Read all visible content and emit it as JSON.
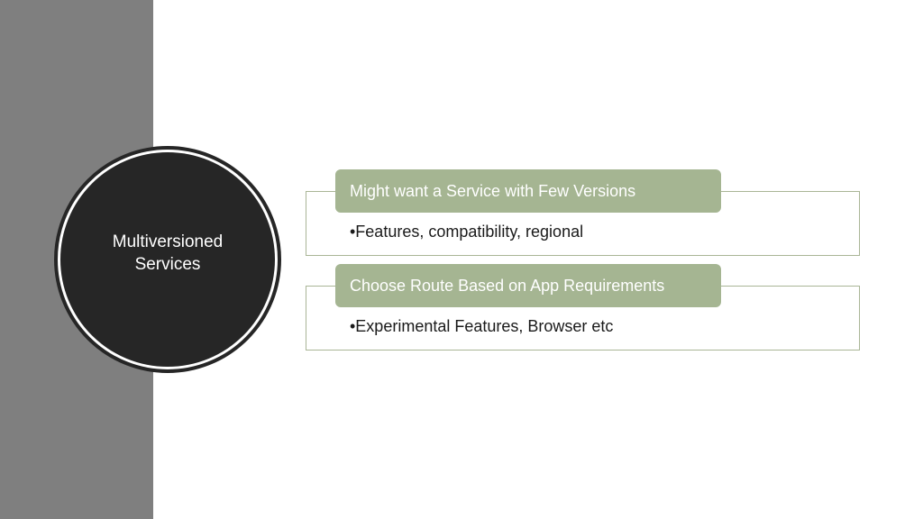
{
  "colors": {
    "side_band": "#7f7f7f",
    "circle_fill": "#262626",
    "header_fill": "#a5b592",
    "box_border": "#a9b596"
  },
  "circle": {
    "title": "Multiversioned\nServices"
  },
  "items": [
    {
      "header": "Might want a Service with Few Versions",
      "bullet": "•Features, compatibility, regional"
    },
    {
      "header": "Choose Route Based on App Requirements",
      "bullet": "•Experimental Features, Browser etc"
    }
  ]
}
